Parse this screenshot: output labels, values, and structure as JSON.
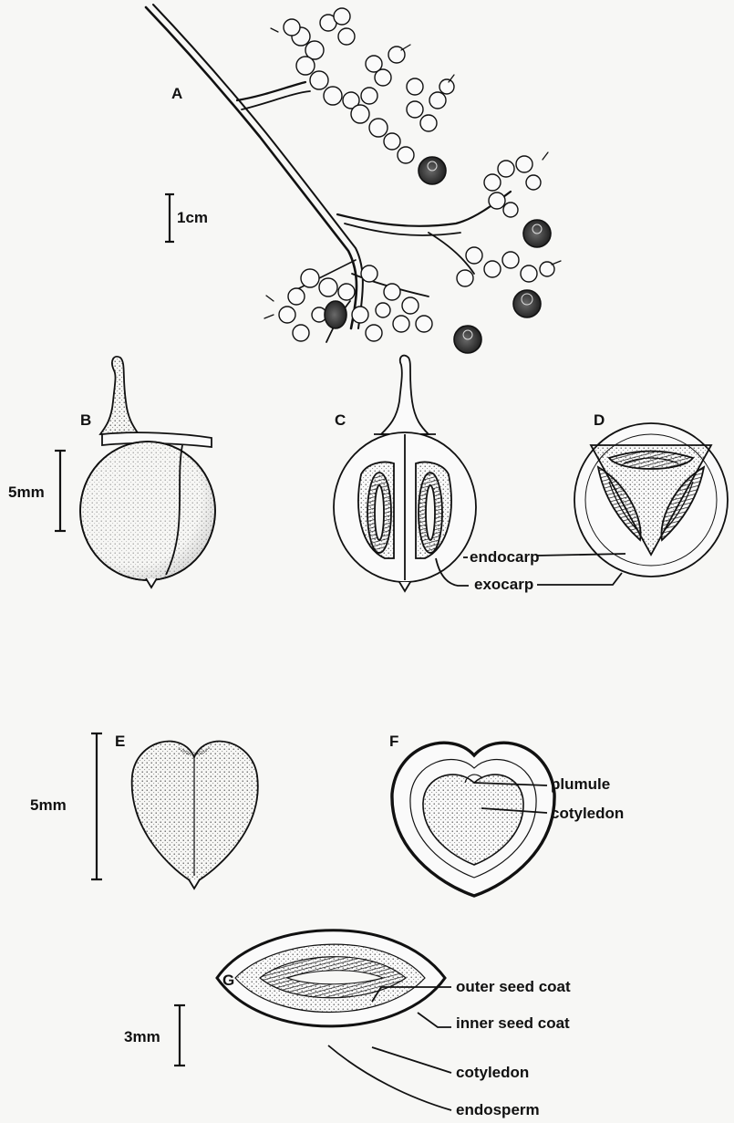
{
  "panels": {
    "a": "A",
    "b": "B",
    "c": "C",
    "d": "D",
    "e": "E",
    "f": "F",
    "g": "G"
  },
  "scale_bars": {
    "a": "1cm",
    "bcd": "5mm",
    "ef": "5mm",
    "g": "3mm"
  },
  "labels": {
    "endocarp": "endocarp",
    "exocarp": "exocarp",
    "plumule": "plumule",
    "cotyledon_f": "cotyledon",
    "outer_seed_coat": "outer  seed coat",
    "inner_seed_coat": "inner seed coat",
    "cotyledon_g": "cotyledon",
    "endosperm": "endosperm"
  },
  "colors": {
    "ink": "#111111",
    "paper": "#f7f7f5",
    "seed_dark": "#2b2b2b",
    "stipple": "#9a9a9a"
  }
}
